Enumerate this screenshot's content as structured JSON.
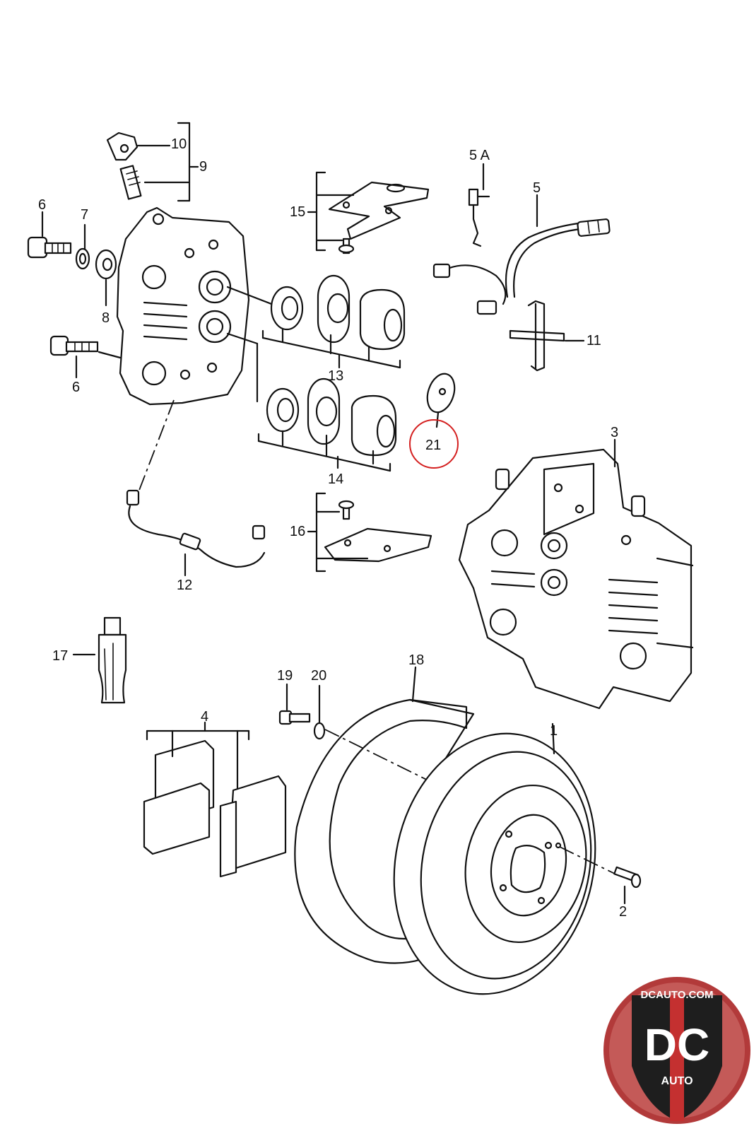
{
  "diagram": {
    "callouts": {
      "c1": "1",
      "c2": "2",
      "c3": "3",
      "c4": "4",
      "c5": "5",
      "c5a": "5 A",
      "c6a": "6",
      "c6b": "6",
      "c7": "7",
      "c8": "8",
      "c9": "9",
      "c10": "10",
      "c11": "11",
      "c12": "12",
      "c13": "13",
      "c14": "14",
      "c15": "15",
      "c16": "16",
      "c17": "17",
      "c18": "18",
      "c19": "19",
      "c20": "20",
      "c21": "21"
    },
    "highlighted_callout": "21",
    "highlight_color": "#d42020"
  },
  "watermark": {
    "site": "DCAUTO.COM",
    "mark": "DC",
    "sub": "AUTO",
    "colors": {
      "ring": "#b23a3a",
      "shield": "#1e1e1e",
      "stripe": "#c43030"
    }
  }
}
